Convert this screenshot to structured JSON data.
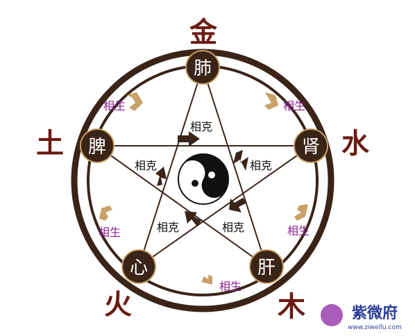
{
  "elements": {
    "metal": "金",
    "water": "水",
    "wood": "木",
    "fire": "火",
    "earth": "土"
  },
  "organs": {
    "lung": "肺",
    "kidney": "肾",
    "liver": "肝",
    "heart": "心",
    "spleen": "脾"
  },
  "restrain_labels": [
    "相克",
    "相克",
    "相克",
    "相克",
    "相克"
  ],
  "generate_labels": [
    "相生",
    "相生",
    "相生",
    "相生",
    "相生"
  ],
  "colors": {
    "ring": "#3a2418",
    "element_text": "#6b1a12",
    "generate_text": "#8a1f8f",
    "arrow_tan": "#c8a266",
    "node_fill": "#3a2418"
  },
  "watermark": {
    "title": "紫微府",
    "subtitle": "www.ziweifu.com"
  }
}
